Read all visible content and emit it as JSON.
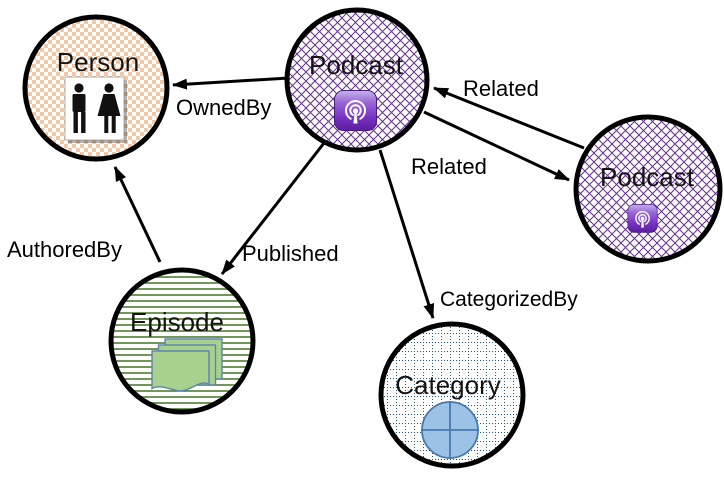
{
  "diagram": {
    "nodes": [
      {
        "label": "Person",
        "icon": "restroom-people-icon",
        "pattern": "orange-checker"
      },
      {
        "label": "Podcast",
        "icon": "podcast-icon",
        "pattern": "purple-lattice"
      },
      {
        "label": "Podcast",
        "icon": "podcast-icon",
        "pattern": "purple-lattice"
      },
      {
        "label": "Episode",
        "icon": "document-stack-icon",
        "pattern": "green-lines"
      },
      {
        "label": "Category",
        "icon": "pie-chart-circle-icon",
        "pattern": "blue-dot-grid"
      }
    ],
    "edges": [
      {
        "label": "OwnedBy",
        "from": "Podcast",
        "to": "Person"
      },
      {
        "label": "Related",
        "from": "Podcast-right",
        "to": "Podcast"
      },
      {
        "label": "Related",
        "from": "Podcast",
        "to": "Podcast-right"
      },
      {
        "label": "Published",
        "from": "Podcast",
        "to": "Episode"
      },
      {
        "label": "AuthoredBy",
        "from": "Episode",
        "to": "Person"
      },
      {
        "label": "CategorizedBy",
        "from": "Podcast",
        "to": "Category"
      }
    ],
    "colors": {
      "node_border": "#000000",
      "arrow": "#000000",
      "person_pattern": "#f3c7a3",
      "podcast_pattern": "#63308f",
      "episode_pattern": "#4e7e2d",
      "category_pattern": "#21527e",
      "podcast_icon_purple": "#6a2fb8",
      "episode_page_fill": "#a9d18e",
      "episode_page_stroke": "#5b84b1",
      "category_icon_fill": "#9cc3e5",
      "category_icon_stroke": "#4679ae"
    }
  }
}
